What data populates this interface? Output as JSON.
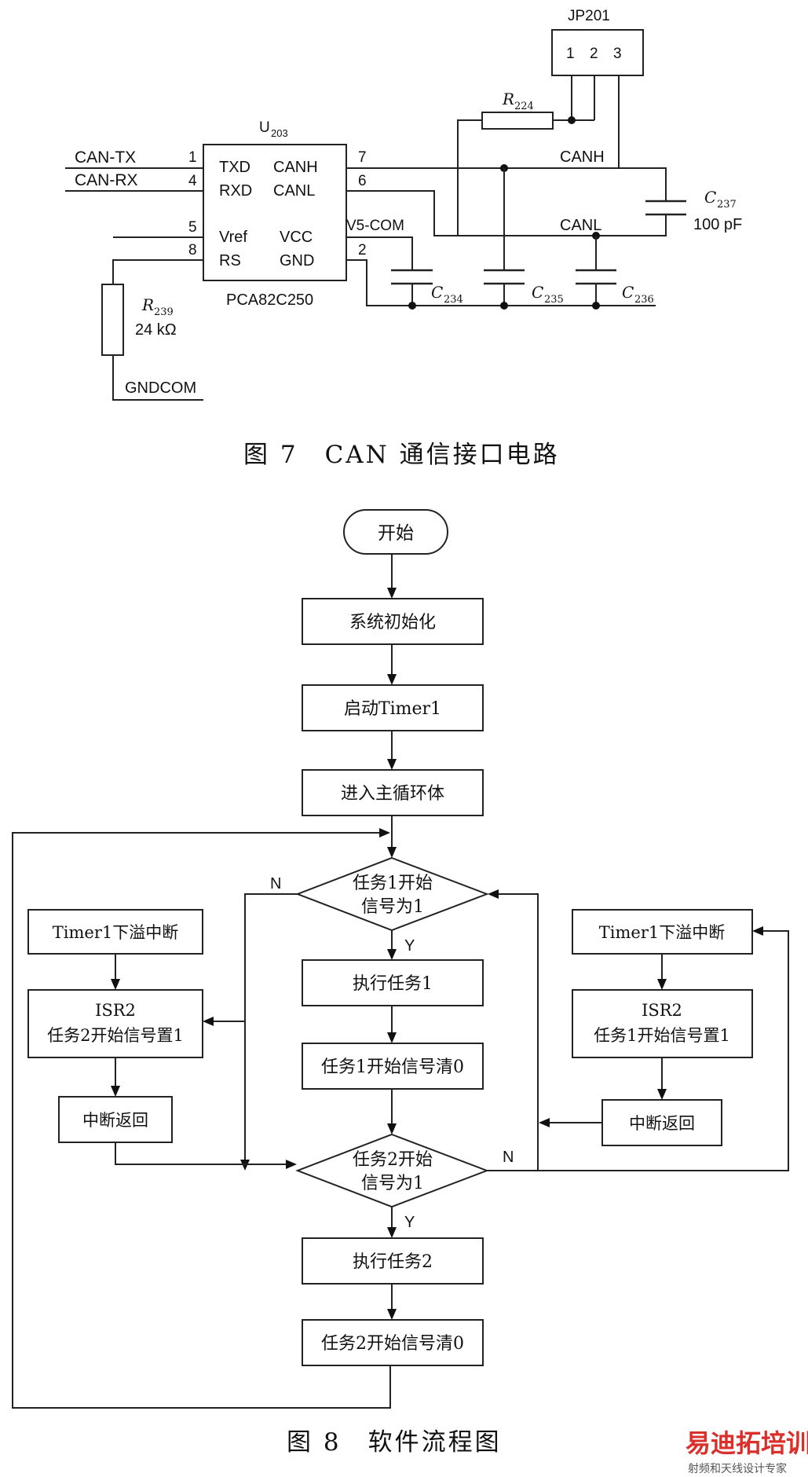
{
  "circuit": {
    "jp201": "JP201",
    "jp_pins": [
      "1",
      "2",
      "3"
    ],
    "r224": "R",
    "r224_sub": "224",
    "u203": "U",
    "u203_sub": "203",
    "pin1": "1",
    "pin4": "4",
    "pin5": "5",
    "pin8": "8",
    "pin7": "7",
    "pin6": "6",
    "pin2": "2",
    "can_tx": "CAN-TX",
    "can_rx": "CAN-RX",
    "txd": "TXD",
    "rxd": "RXD",
    "vref": "Vref",
    "rs": "RS",
    "canh_pin": "CANH",
    "canl_pin": "CANL",
    "vcc": "VCC",
    "gnd": "GND",
    "chip": "PCA82C250",
    "v5com": "V5-COM",
    "canh": "CANH",
    "canl": "CANL",
    "c237": "C",
    "c237_sub": "237",
    "c237_val": "100 pF",
    "c234": "C",
    "c234_sub": "234",
    "c235": "C",
    "c235_sub": "235",
    "c236": "C",
    "c236_sub": "236",
    "r239": "R",
    "r239_sub": "239",
    "r239_val": "24 kΩ",
    "gndcom": "GNDCOM"
  },
  "caption7": "图 7　CAN 通信接口电路",
  "flow": {
    "start": "开始",
    "init": "系统初始化",
    "timer_start": "启动Timer1",
    "main_loop": "进入主循环体",
    "d1_line1": "任务1开始",
    "d1_line2": "信号为1",
    "exec1": "执行任务1",
    "clear1": "任务1开始信号清0",
    "d2_line1": "任务2开始",
    "d2_line2": "信号为1",
    "exec2": "执行任务2",
    "clear2": "任务2开始信号清0",
    "left_timer": "Timer1下溢中断",
    "left_isr1": "ISR2",
    "left_isr2": "任务2开始信号置1",
    "left_ret": "中断返回",
    "right_timer": "Timer1下溢中断",
    "right_isr1": "ISR2",
    "right_isr2": "任务1开始信号置1",
    "right_ret": "中断返回",
    "n1": "N",
    "y1": "Y",
    "n2": "N",
    "y2": "Y"
  },
  "caption8": "图 8　软件流程图",
  "watermark": {
    "line1": "易迪拓培训",
    "line2": "射频和天线设计专家"
  }
}
